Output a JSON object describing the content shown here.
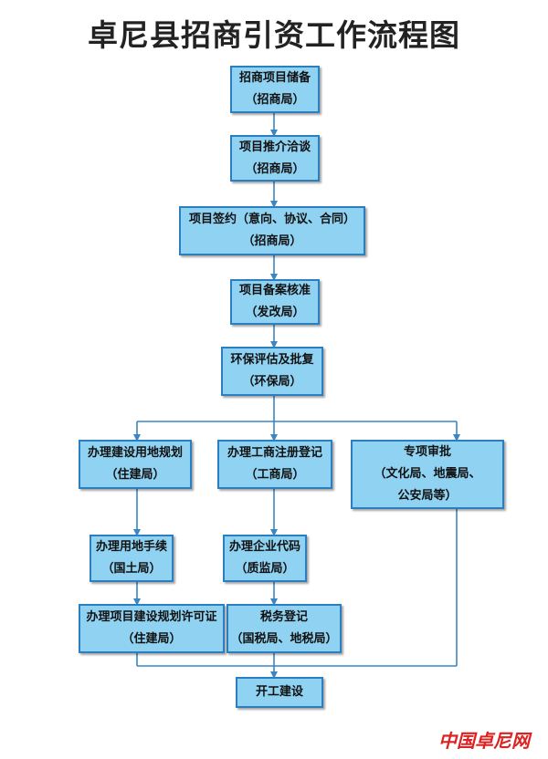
{
  "title": "卓尼县招商引资工作流程图",
  "watermark": "中国卓尼网",
  "nodes": {
    "reserve": {
      "line1": "招商项目储备",
      "line2": "（招商局）"
    },
    "promote": {
      "line1": "项目推介洽谈",
      "line2": "（招商局）"
    },
    "sign": {
      "line1": "项目签约（意向、协议、合同）",
      "line2": "（招商局）"
    },
    "approve": {
      "line1": "项目备案核准",
      "line2": "（发改局）"
    },
    "eia": {
      "line1": "环保评估及批复",
      "line2": "（环保局）"
    },
    "land_plan": {
      "line1": "办理建设用地规划",
      "line2": "（住建局）"
    },
    "business_reg": {
      "line1": "办理工商注册登记",
      "line2": "（工商局）"
    },
    "special": {
      "line1": "专项审批",
      "line2": "（文化局、地震局、",
      "line3": "公安局等）"
    },
    "land_proc": {
      "line1": "办理用地手续",
      "line2": "（国土局）"
    },
    "org_code": {
      "line1": "办理企业代码",
      "line2": "（质监局）"
    },
    "build_permit": {
      "line1": "办理项目建设规划许可证",
      "line2": "（住建局）"
    },
    "tax": {
      "line1": "税务登记",
      "line2": "（国税局、地税局）"
    },
    "start": {
      "line1": "开工建设"
    }
  },
  "colors": {
    "box_fill": "#8fd2f2",
    "box_border": "#2b7fc0",
    "connector": "#3a86c4"
  }
}
